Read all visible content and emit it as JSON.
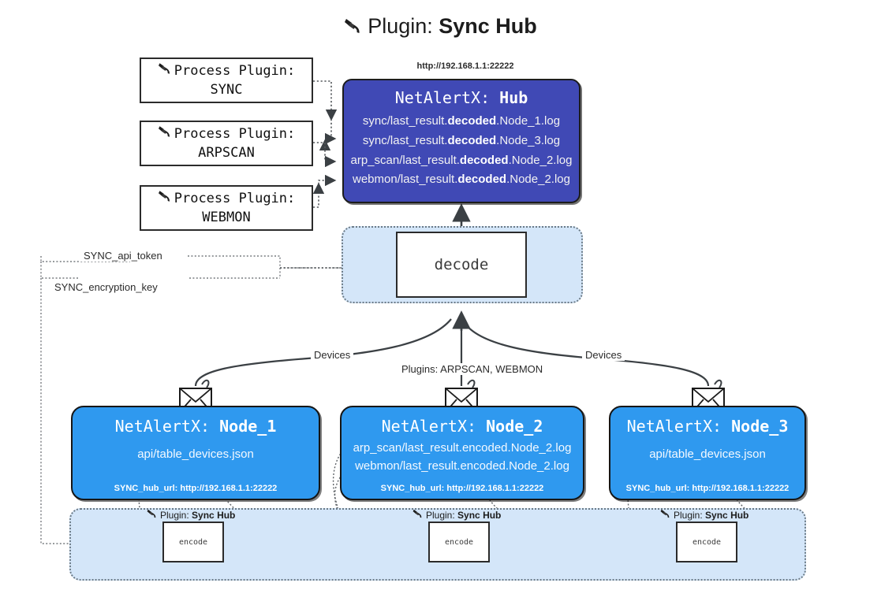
{
  "title": {
    "icon": "plug-icon",
    "prefix": "Plugin:",
    "name": "Sync Hub"
  },
  "process_plugins": [
    {
      "line1": "Process Plugin:",
      "line2": "SYNC",
      "icon": "plug-icon"
    },
    {
      "line1": "Process Plugin:",
      "line2": "ARPSCAN",
      "icon": "plug-icon"
    },
    {
      "line1": "Process Plugin:",
      "line2": "WEBMON",
      "icon": "plug-icon"
    }
  ],
  "hub": {
    "url": "http://192.168.1.1:22222",
    "title_prefix": "NetAlertX:",
    "title_name": "Hub",
    "lines": [
      {
        "pre": "sync/last_result.",
        "mid": "decoded",
        "post": ".Node_1.log"
      },
      {
        "pre": "sync/last_result.",
        "mid": "decoded",
        "post": ".Node_3.log"
      },
      {
        "pre": "arp_scan/last_result.",
        "mid": "decoded",
        "post": ".Node_2.log"
      },
      {
        "pre": "webmon/last_result.",
        "mid": "decoded",
        "post": ".Node_2.log"
      }
    ]
  },
  "decode_cluster": {
    "box_label": "decode"
  },
  "secrets": [
    {
      "label": "SYNC_api_token"
    },
    {
      "label": "SYNC_encryption_key"
    }
  ],
  "edge_labels": {
    "devices_left": "Devices",
    "devices_right": "Devices",
    "plugins_mid": "Plugins: ARPSCAN, WEBMON"
  },
  "nodes": [
    {
      "title_prefix": "NetAlertX:",
      "title_name": "Node_1",
      "lines": [
        "api/table_devices.json"
      ],
      "footer": "SYNC_hub_url: http://192.168.1.1:22222",
      "icon": "envelope-icon"
    },
    {
      "title_prefix": "NetAlertX:",
      "title_name": "Node_2",
      "lines": [
        "arp_scan/last_result.encoded.Node_2.log",
        "webmon/last_result.encoded.Node_2.log"
      ],
      "footer": "SYNC_hub_url: http://192.168.1.1:22222",
      "icon": "envelope-icon"
    },
    {
      "title_prefix": "NetAlertX:",
      "title_name": "Node_3",
      "lines": [
        "api/table_devices.json"
      ],
      "footer": "SYNC_hub_url: http://192.168.1.1:22222",
      "icon": "envelope-icon"
    }
  ],
  "encode_cluster": {
    "plugin_label_prefix": "Plugin:",
    "plugin_label_name": "Sync Hub",
    "encoders": [
      {
        "label": "encode"
      },
      {
        "label": "encode"
      },
      {
        "label": "encode"
      }
    ]
  },
  "colors": {
    "hub_fill": "#4049b5",
    "node_fill": "#2f99ef",
    "cluster_fill": "#d4e6f9",
    "line": "#3b4044"
  }
}
